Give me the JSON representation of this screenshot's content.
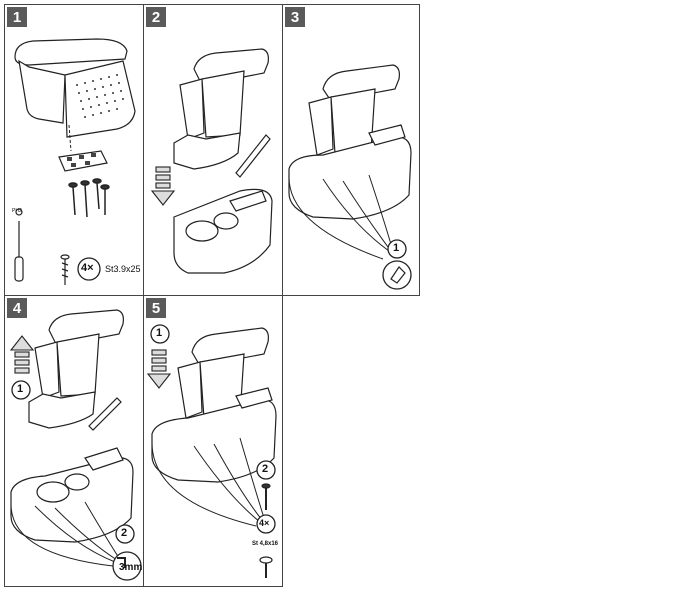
{
  "steps": [
    {
      "number": "1"
    },
    {
      "number": "2"
    },
    {
      "number": "3"
    },
    {
      "number": "4"
    },
    {
      "number": "5"
    }
  ],
  "step1": {
    "screw_count": "4×",
    "screw_spec": "St3.9x25",
    "screwdriver_tip": "PH2"
  },
  "step3": {
    "callout": "1"
  },
  "step4": {
    "callout_a": "1",
    "callout_b": "2",
    "drill_size": "3mm"
  },
  "step5": {
    "callout_a": "1",
    "callout_b": "2",
    "screw_count": "4×",
    "screw_spec": "St 4,8x16"
  }
}
